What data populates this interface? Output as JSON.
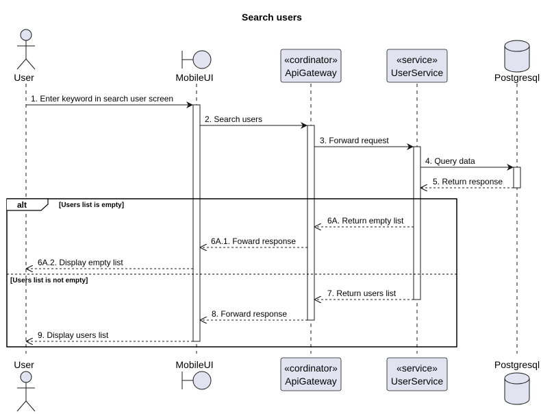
{
  "title": "Search users",
  "participants": [
    {
      "id": "user",
      "kind": "actor",
      "stereotype": "",
      "name": "User"
    },
    {
      "id": "mobileui",
      "kind": "boundary",
      "stereotype": "",
      "name": "MobileUI"
    },
    {
      "id": "apigateway",
      "kind": "participant",
      "stereotype": "«cordinator»",
      "name": "ApiGateway"
    },
    {
      "id": "userservice",
      "kind": "participant",
      "stereotype": "«service»",
      "name": "UserService"
    },
    {
      "id": "postgresql",
      "kind": "database",
      "stereotype": "",
      "name": "Postgresql"
    }
  ],
  "messages": [
    {
      "from": "user",
      "to": "mobileui",
      "label": "1. Enter keyword in search user screen",
      "style": "sync"
    },
    {
      "from": "mobileui",
      "to": "apigateway",
      "label": "2. Search users",
      "style": "sync"
    },
    {
      "from": "apigateway",
      "to": "userservice",
      "label": "3. Forward request",
      "style": "sync"
    },
    {
      "from": "userservice",
      "to": "postgresql",
      "label": "4. Query data",
      "style": "sync"
    },
    {
      "from": "postgresql",
      "to": "userservice",
      "label": "5. Return response",
      "style": "return"
    },
    {
      "from": "userservice",
      "to": "apigateway",
      "label": "6A. Return empty list",
      "style": "return"
    },
    {
      "from": "apigateway",
      "to": "mobileui",
      "label": "6A.1. Foward response",
      "style": "return"
    },
    {
      "from": "mobileui",
      "to": "user",
      "label": "6A.2. Display empty list",
      "style": "return"
    },
    {
      "from": "userservice",
      "to": "apigateway",
      "label": "7. Return users list",
      "style": "return"
    },
    {
      "from": "apigateway",
      "to": "mobileui",
      "label": "8. Forward response",
      "style": "return"
    },
    {
      "from": "mobileui",
      "to": "user",
      "label": "9. Display users list",
      "style": "return"
    }
  ],
  "fragment": {
    "operator": "alt",
    "guards": [
      "[Users list is empty]",
      "[Users list is not empty]"
    ]
  },
  "colors": {
    "participant_fill": "#E2E2F0",
    "participant_stroke": "#181818",
    "lifeline": "#181818",
    "activation_fill": "#FFFFFF"
  }
}
